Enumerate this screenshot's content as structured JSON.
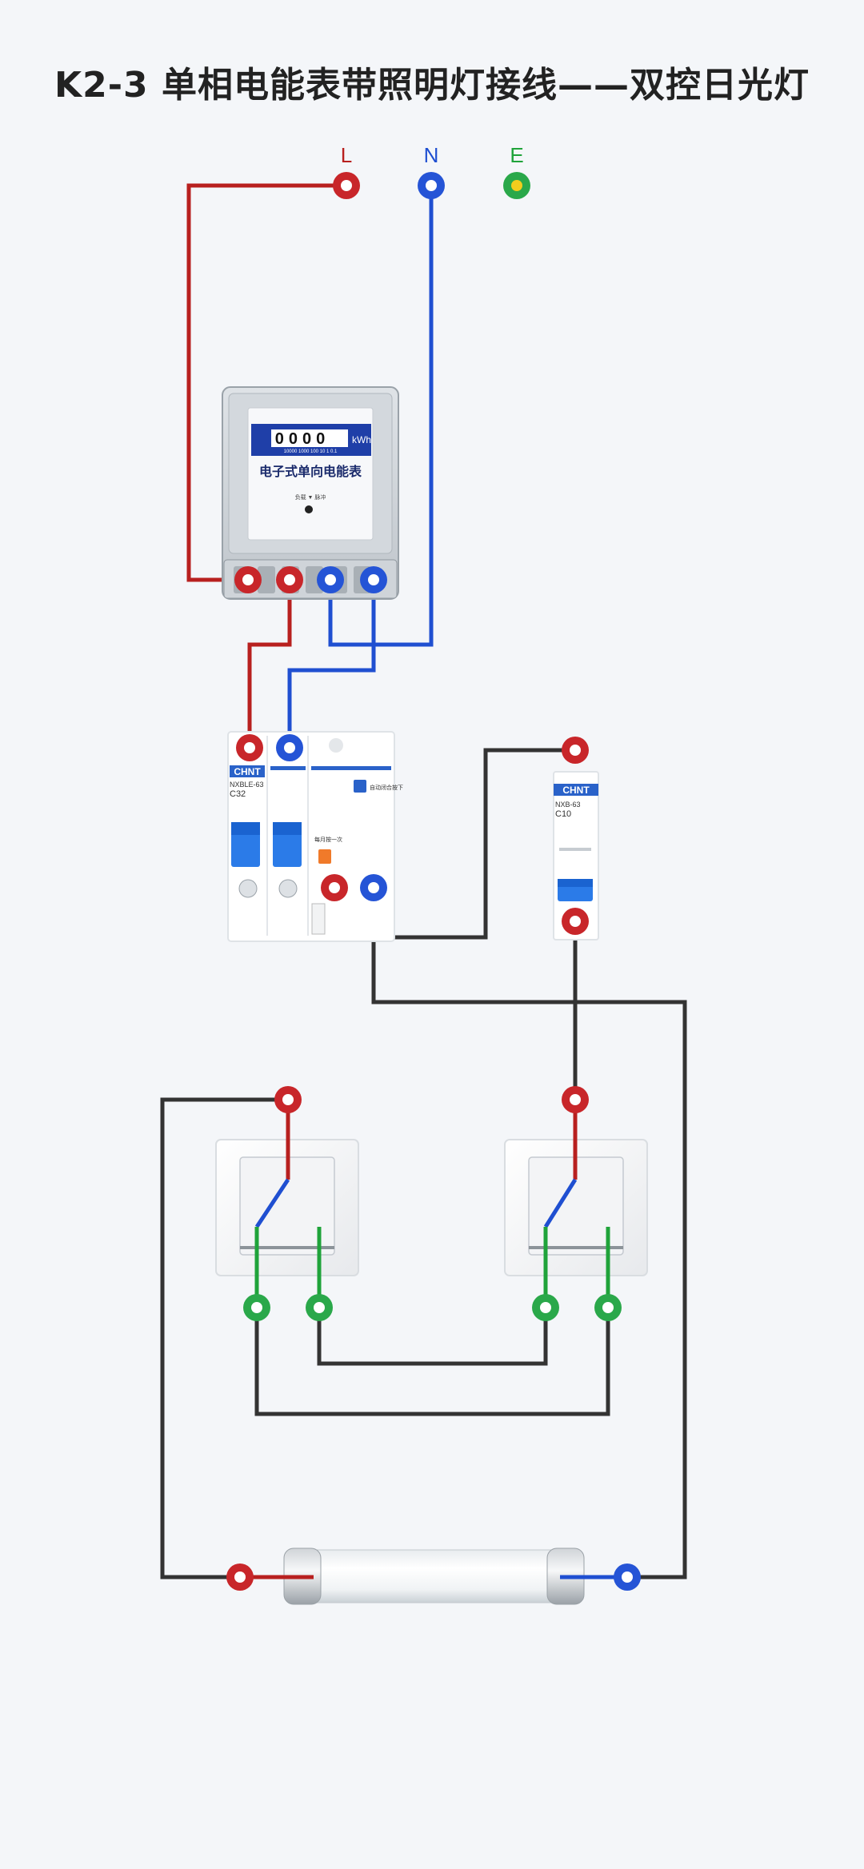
{
  "title": "K2-3 单相电能表带照明灯接线——双控日光灯",
  "colors": {
    "live": "#b8201f",
    "neutral": "#1f4fd1",
    "earth": "#1fa33a",
    "switch_link": "#1fa33a",
    "load_wire": "#333333",
    "background": "#f4f6f9"
  },
  "supply_terminals": {
    "live_label": "L",
    "neutral_label": "N",
    "earth_label": "E"
  },
  "meter": {
    "reading": "0000",
    "reading_unit": "kWh",
    "scale": "10000 1000 100 10 1 0.1",
    "name": "电子式单向电能表",
    "indicator_text": "负载 ▼ 脉冲"
  },
  "rcbo": {
    "brand": "CHNT",
    "model": "NXBLE-63",
    "rating": "C32",
    "note": "自动闭合按下",
    "test_label": "每月按一次"
  },
  "mcb": {
    "brand": "CHNT",
    "model": "NXB-63",
    "rating": "C10"
  }
}
